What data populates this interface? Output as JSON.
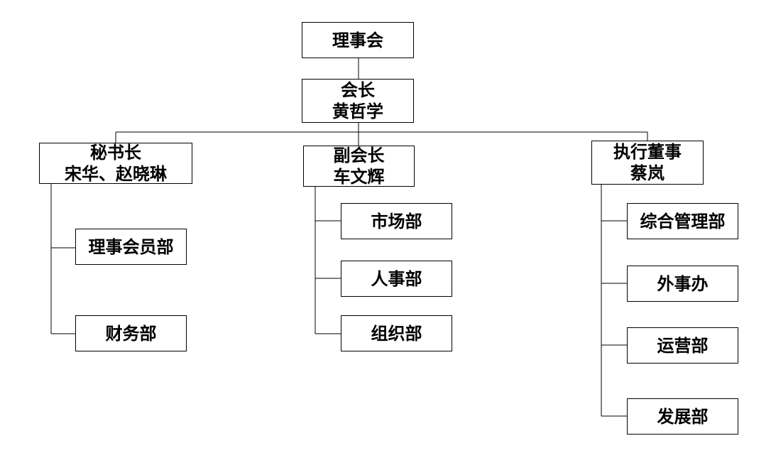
{
  "org_chart": {
    "board": {
      "label": "理事会"
    },
    "president": {
      "title": "会长",
      "name": "黄哲学"
    },
    "secretary_general": {
      "title": "秘书长",
      "name": "宋华、赵晓琳",
      "departments": [
        "理事会员部",
        "财务部"
      ]
    },
    "vice_president": {
      "title": "副会长",
      "name": "车文辉",
      "departments": [
        "市场部",
        "人事部",
        "组织部"
      ]
    },
    "executive_director": {
      "title": "执行董事",
      "name": "蔡岚",
      "departments": [
        "综合管理部",
        "外事办",
        "运营部",
        "发展部"
      ]
    }
  },
  "style": {
    "line_color": "#000000",
    "box_border_color": "#000000",
    "background": "#ffffff"
  }
}
